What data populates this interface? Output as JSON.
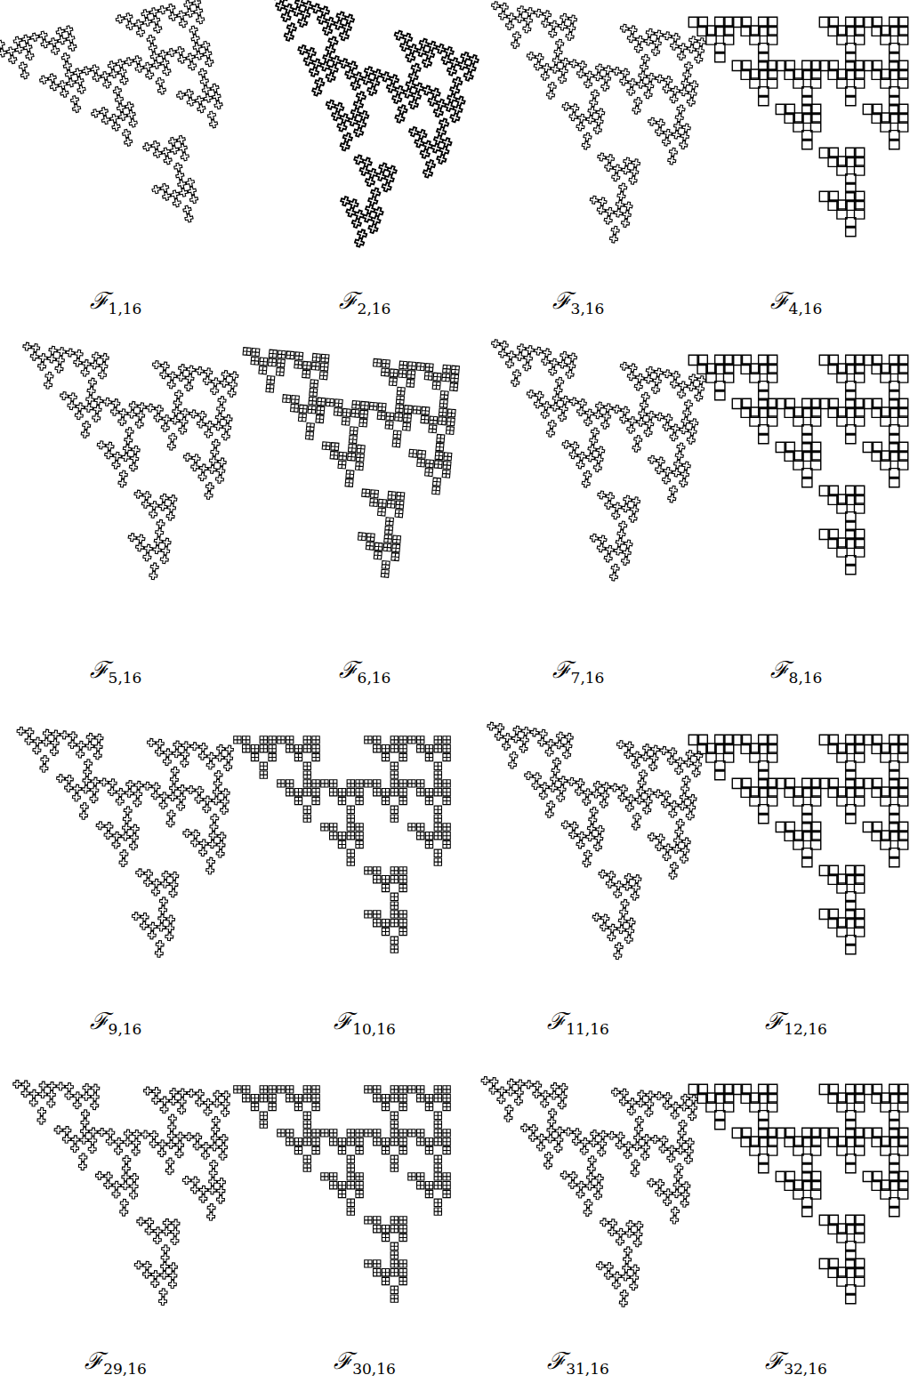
{
  "diagram": {
    "labels": [
      "ℱ1,16",
      "ℱ2,16",
      "ℱ3,16",
      "ℱ4,16",
      "ℱ5,16",
      "ℱ6,16",
      "ℱ7,16",
      "ℱ8,16",
      "ℱ9,16",
      "ℱ10,16",
      "ℱ11,16",
      "ℱ12,16",
      "ℱ29,16",
      "ℱ30,16",
      "ℱ31,16",
      "ℱ32,16"
    ]
  }
}
